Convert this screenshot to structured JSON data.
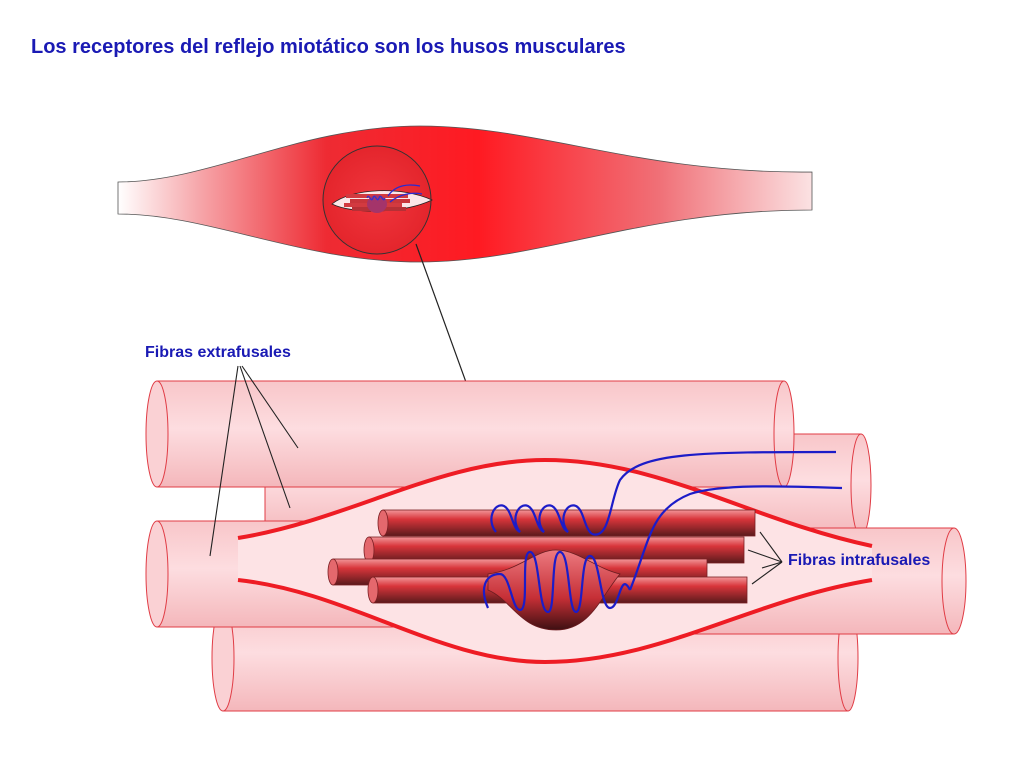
{
  "slide": {
    "title": "Los receptores del reflejo miotático son los husos musculares"
  },
  "labels": {
    "extrafusal": "Fibras extrafusales",
    "intrafusal": "Fibras intrafusales"
  },
  "colors": {
    "title_text": "#1a1ab4",
    "muscle": "#f0232a",
    "extrafusal_fiber": "#fbd3d6",
    "fiber_outline": "#e03c45",
    "capsule": "#ee1c24",
    "intrafusal_fiber": "#d63a40",
    "nerve": "#1c1cc8",
    "leader_line": "#222222"
  },
  "icons": {
    "muscle": "muscle-belly-illustration",
    "spindle": "muscle-spindle-illustration"
  }
}
